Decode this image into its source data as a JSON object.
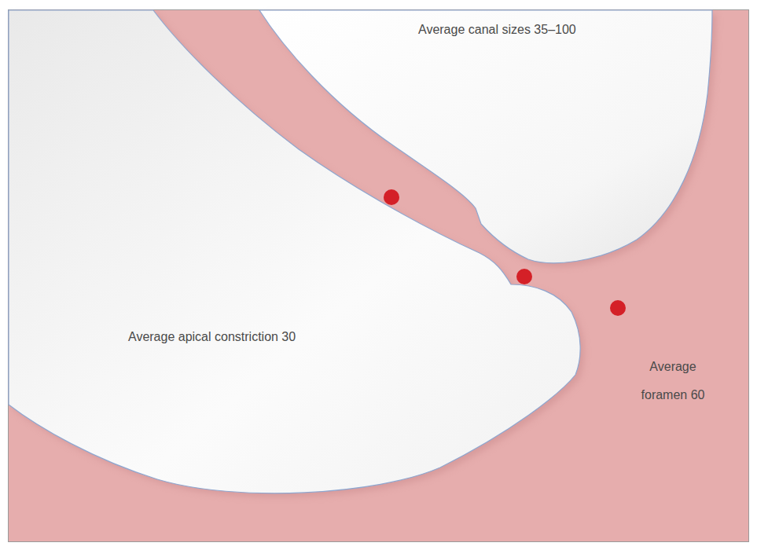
{
  "diagram": {
    "labels": [
      "Average canal sizes 35–100",
      "Average apical constriction 30",
      "Average foramen 60"
    ]
  }
}
